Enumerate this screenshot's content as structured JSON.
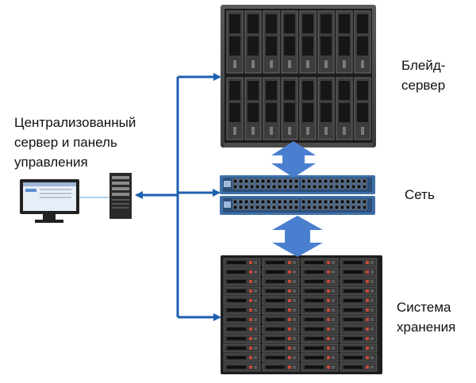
{
  "labels": {
    "control": [
      "Централизованный",
      "сервер и панель",
      "управления"
    ],
    "blade": [
      "Блейд-",
      "сервер"
    ],
    "network": [
      "Сеть"
    ],
    "storage": [
      "Система",
      "хранения"
    ]
  },
  "colors": {
    "connector": "#1f5fb0",
    "link_arrow": "#4a7fcf",
    "chassis_dark": "#2b2b2b",
    "switch_blue": "#3f6fa6",
    "storage_dark": "#1e1e1e"
  },
  "icons": [
    "monitor-icon",
    "tower-server-icon",
    "blade-server-chassis",
    "network-switch",
    "storage-array"
  ]
}
